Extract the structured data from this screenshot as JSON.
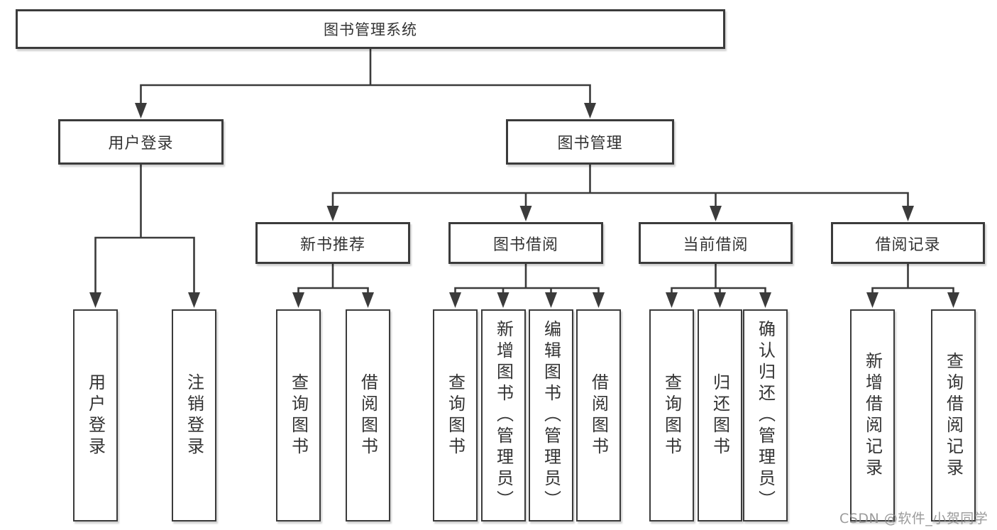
{
  "tree": {
    "label": "图书管理系统",
    "children": [
      {
        "label": "用户登录",
        "children": [
          {
            "label": "用户登录"
          },
          {
            "label": "注销登录"
          }
        ]
      },
      {
        "label": "图书管理",
        "children": [
          {
            "label": "新书推荐",
            "children": [
              {
                "label": "查询图书"
              },
              {
                "label": "借阅图书"
              }
            ]
          },
          {
            "label": "图书借阅",
            "children": [
              {
                "label": "查询图书"
              },
              {
                "label": "新增图书（管理员）"
              },
              {
                "label": "编辑图书（管理员）"
              },
              {
                "label": "借阅图书"
              }
            ]
          },
          {
            "label": "当前借阅",
            "children": [
              {
                "label": "查询图书"
              },
              {
                "label": "归还图书"
              },
              {
                "label": "确认归还（管理员）"
              }
            ]
          },
          {
            "label": "借阅记录",
            "children": [
              {
                "label": "新增借阅记录"
              },
              {
                "label": "查询借阅记录"
              }
            ]
          }
        ]
      }
    ]
  },
  "watermark": {
    "text": "CSDN @软件_小贺同学"
  },
  "colors": {
    "line": "#3b3b3b",
    "box_border": "#3b3b3b",
    "text": "#333333",
    "background": "#ffffff",
    "watermark": "#8a8a8a"
  }
}
